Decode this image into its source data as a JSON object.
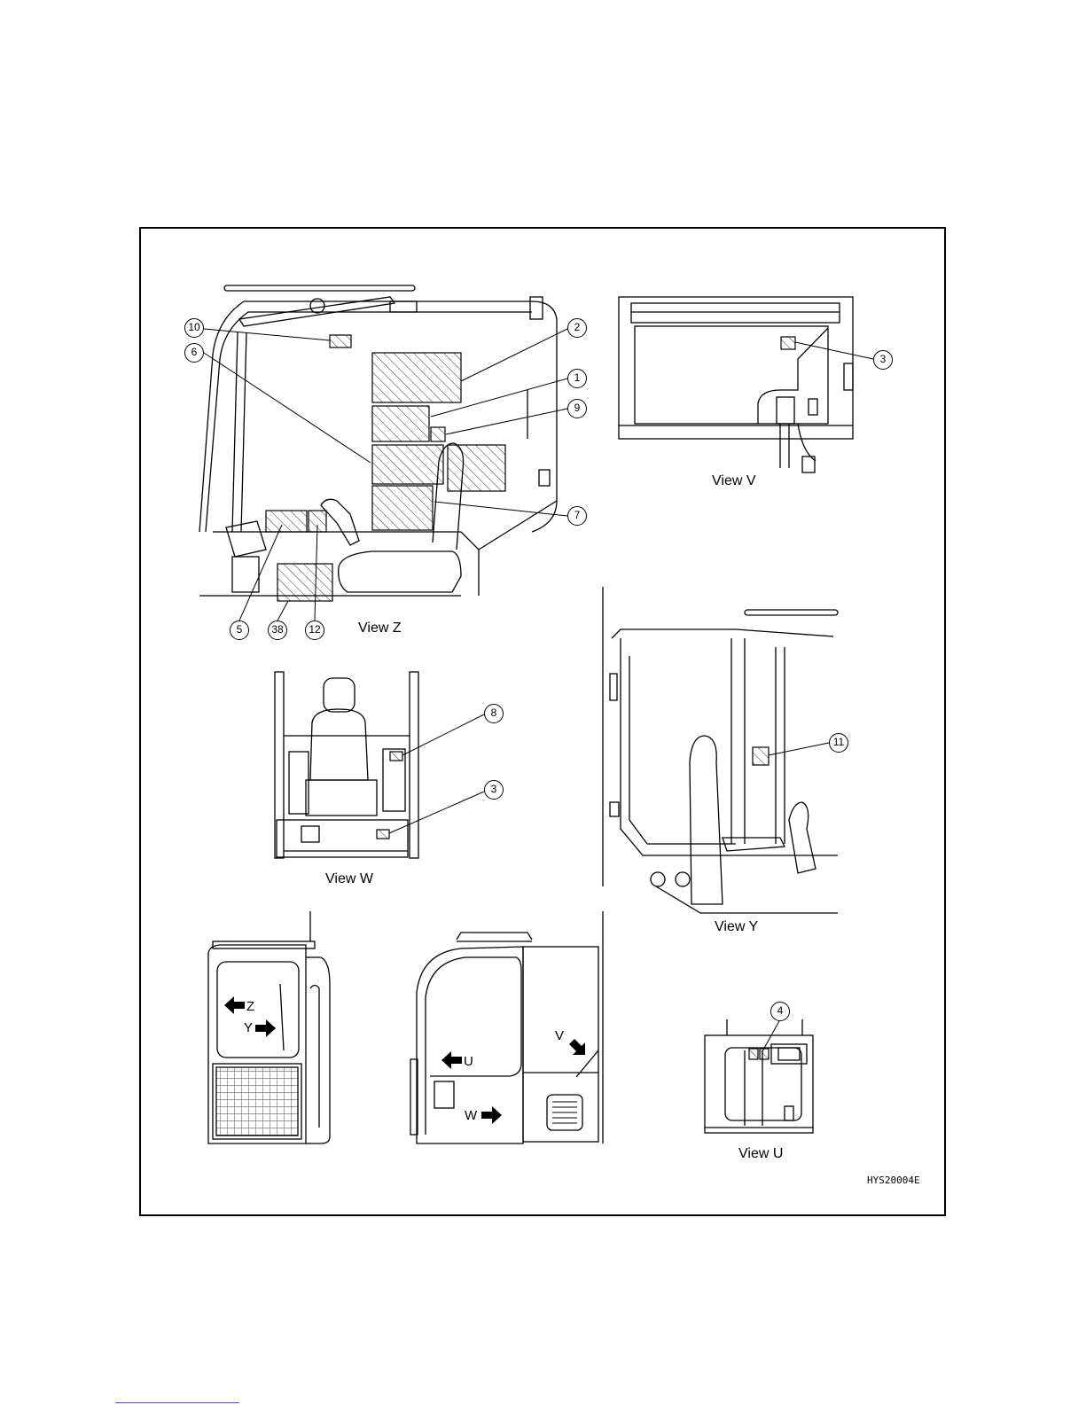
{
  "figure_code": "HYS20004E",
  "views": {
    "z": "View Z",
    "v": "View V",
    "w": "View W",
    "y": "View Y",
    "u": "View U"
  },
  "callouts": {
    "c1": "1",
    "c2": "2",
    "c3": "3",
    "c3w": "3",
    "c4": "4",
    "c5": "5",
    "c6": "6",
    "c7": "7",
    "c8": "8",
    "c9": "9",
    "c10": "10",
    "c11": "11",
    "c12": "12",
    "c38": "38"
  },
  "arrows": {
    "z": "Z",
    "y": "Y",
    "u": "U",
    "w": "W",
    "v": "V"
  }
}
